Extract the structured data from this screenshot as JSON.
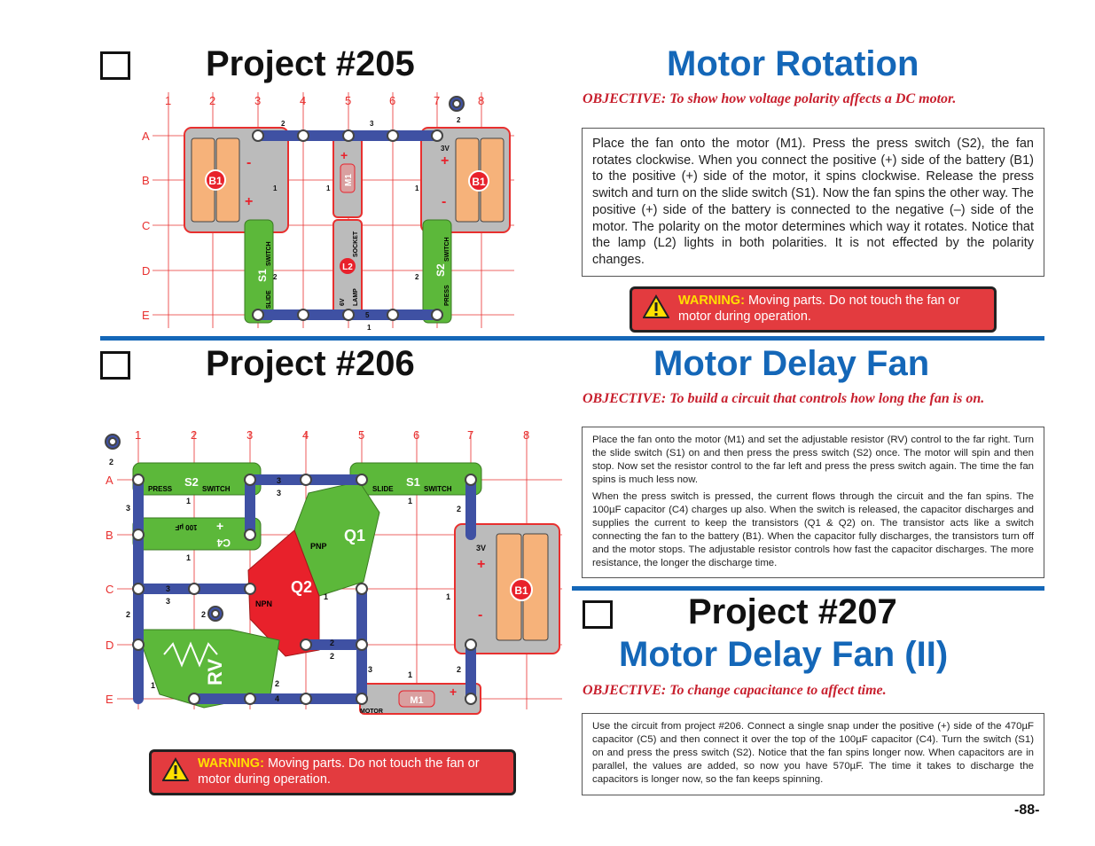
{
  "page_number": "-88-",
  "project205": {
    "label": "Project #205",
    "name": "Motor Rotation",
    "objective": "OBJECTIVE:  To show how voltage polarity affects a DC motor.",
    "description": "Place the fan onto the motor (M1).  Press the press switch (S2), the fan rotates clockwise.  When you connect the positive (+) side of the battery (B1) to the positive (+) side of the motor, it spins clockwise.  Release the press switch and turn on the slide switch (S1).  Now the fan spins the other way.  The positive (+) side of the battery is connected to the negative (–) side of the motor.  The polarity on the motor determines which way it rotates.  Notice that the lamp (L2) lights in both polarities.  It is not effected by the polarity changes.",
    "warning_label": "WARNING:",
    "warning_text": " Moving parts.  Do not touch the fan or motor during operation."
  },
  "project206": {
    "label": "Project #206",
    "name": "Motor Delay Fan",
    "objective": "OBJECTIVE:  To build a circuit that controls how long the fan is on.",
    "description_p1": "Place the fan onto the motor (M1) and set the adjustable resistor (RV) control to the far right.  Turn the slide switch (S1) on and then press the press switch (S2) once.  The motor will spin and then stop.  Now set the resistor control to the far left and press the press switch again.  The time the fan spins is much less now.",
    "description_p2": "When the press switch is pressed, the current flows through the circuit and the fan spins.  The 100µF capacitor (C4) charges up also.  When the switch is released, the capacitor discharges and supplies the current to keep the transistors (Q1 & Q2) on.  The transistor acts like a switch connecting the fan to the battery (B1).  When the capacitor fully discharges, the transistors turn off and the motor stops.  The adjustable resistor controls how fast the capacitor discharges.  The more resistance, the longer the discharge time.",
    "warning_label": "WARNING:",
    "warning_text": " Moving parts.  Do not touch the fan or motor during operation."
  },
  "project207": {
    "label": "Project #207",
    "name": "Motor Delay Fan (II)",
    "objective": "OBJECTIVE:  To change capacitance to affect time.",
    "description": "Use the circuit from project #206.  Connect a single snap under the positive (+) side of the 470µF capacitor (C5) and then connect it over the top of the 100µF capacitor (C4).  Turn the switch (S1) on and press the press switch (S2).  Notice that the fan spins longer now.  When capacitors are in parallel, the values are added, so now you have 570µF.  The time it takes to discharge the capacitors is longer now, so the fan keeps spinning."
  },
  "diagram205": {
    "columns": [
      "1",
      "2",
      "3",
      "4",
      "5",
      "6",
      "7",
      "8"
    ],
    "rows": [
      "A",
      "B",
      "C",
      "D",
      "E"
    ],
    "parts": {
      "battery_left": "B1",
      "battery_right": "B1",
      "voltage": "3V",
      "motor": "M1",
      "lamp": "L2",
      "lamp_label": "LAMP",
      "socket_label": "SOCKET",
      "lamp_voltage": "6V",
      "slide_switch": "S1",
      "slide_label": "SLIDE",
      "switch_label": "SWITCH",
      "press_switch": "S2",
      "press_label": "PRESS",
      "plus": "+",
      "minus": "-"
    },
    "wire_labels": {
      "n1": "1",
      "n2": "2",
      "n3": "3",
      "n5": "5"
    }
  },
  "diagram206": {
    "columns": [
      "1",
      "2",
      "3",
      "4",
      "5",
      "6",
      "7",
      "8"
    ],
    "rows": [
      "A",
      "B",
      "C",
      "D",
      "E"
    ],
    "parts": {
      "press_switch": "S2",
      "press_label": "PRESS",
      "switch_label": "SWITCH",
      "slide_switch": "S1",
      "slide_label": "SLIDE",
      "capacitor": "C4",
      "cap_value": "100 µF",
      "pnp_transistor": "Q1",
      "pnp_label": "PNP",
      "npn_transistor": "Q2",
      "npn_label": "NPN",
      "resistor": "RV",
      "battery": "B1",
      "voltage": "3V",
      "motor": "M1",
      "motor_label": "MOTOR",
      "plus": "+",
      "minus": "-"
    },
    "wire_labels": {
      "n1": "1",
      "n2": "2",
      "n3": "3",
      "n4": "4"
    }
  },
  "colors": {
    "title_blue": "#1467b8",
    "objective_red": "#c8202e",
    "warning_red": "#e33b3f",
    "warning_yellow": "#ffe000",
    "wire_blue": "#3f51a3",
    "part_green": "#5cb83a",
    "part_red": "#e8212b",
    "battery_orange": "#f6b27a",
    "grid_red": "#e8302f"
  },
  "icons": {
    "warning": "warning-triangle-icon"
  }
}
